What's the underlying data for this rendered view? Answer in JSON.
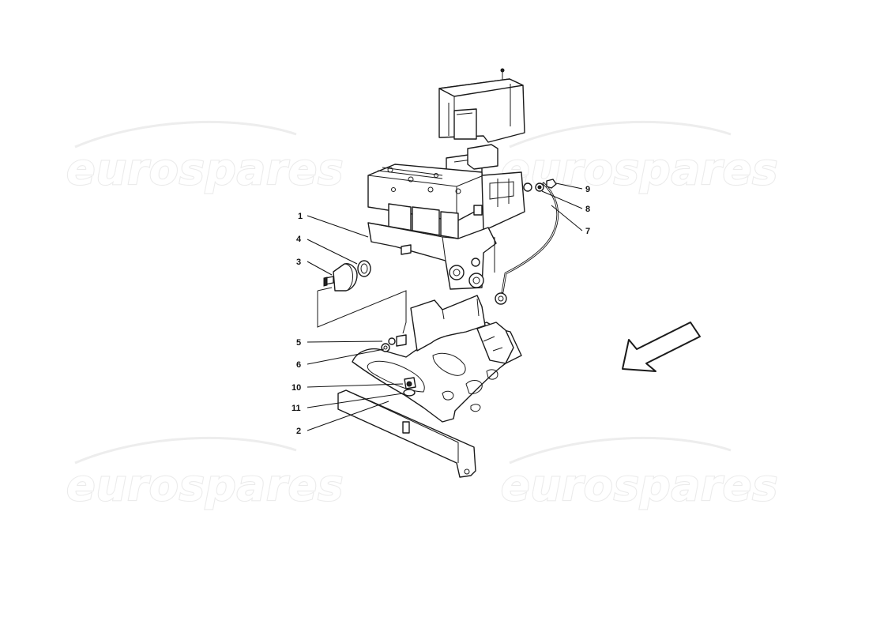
{
  "watermark": {
    "text": "eurospares"
  },
  "callouts": [
    "1",
    "2",
    "3",
    "4",
    "5",
    "6",
    "7",
    "8",
    "9",
    "10",
    "11"
  ]
}
